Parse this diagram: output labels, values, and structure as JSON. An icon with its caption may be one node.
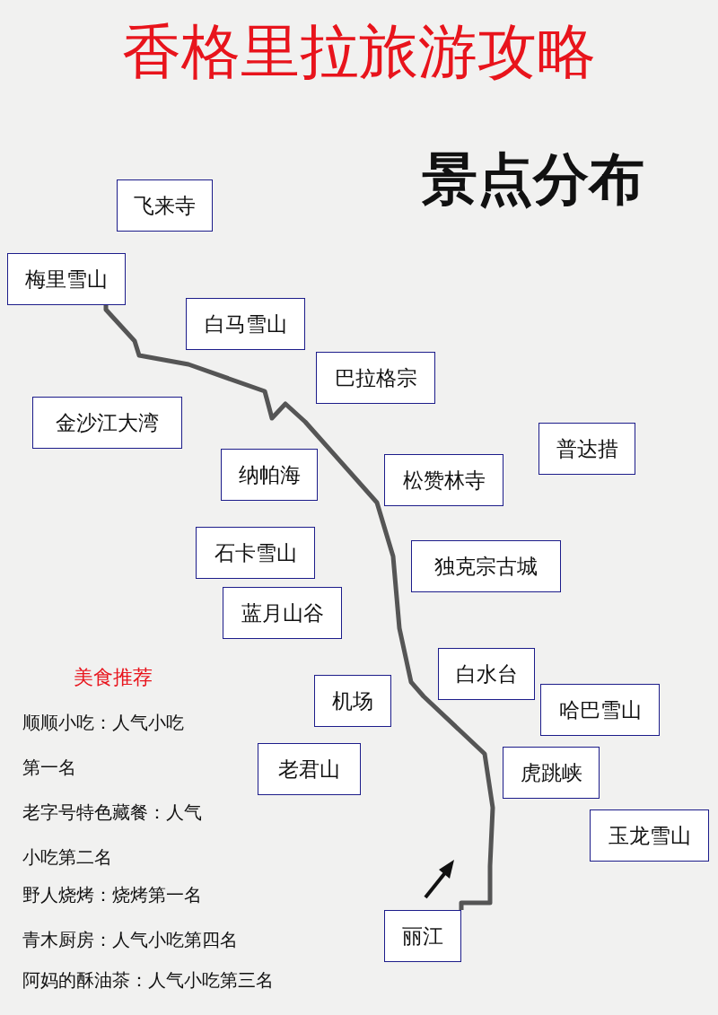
{
  "diagram": {
    "title": "香格里拉旅游攻略",
    "nodes": [
      {
        "text": [
          "飞来寺"
        ]
      },
      {
        "text": [
          "梅里雪山"
        ]
      },
      {
        "text": [
          "白马雪山"
        ]
      },
      {
        "text": [
          "巴拉格宗"
        ]
      },
      {
        "text": [
          "金沙江大湾"
        ]
      },
      {
        "text": [
          "普达措"
        ]
      },
      {
        "text": [
          "纳帕海"
        ]
      },
      {
        "text": [
          "松赞林寺"
        ]
      },
      {
        "text": [
          "石卡雪山"
        ]
      },
      {
        "text": [
          "独克宗古城"
        ]
      },
      {
        "text": [
          "蓝月山谷"
        ]
      },
      {
        "text": [
          "白水台"
        ]
      },
      {
        "text": [
          "机场"
        ]
      },
      {
        "text": [
          "哈巴雪山"
        ]
      },
      {
        "text": [
          "老君山"
        ]
      },
      {
        "text": [
          "虎跳峡"
        ]
      },
      {
        "text": [
          "玉龙雪山"
        ]
      },
      {
        "text": [
          "丽江"
        ]
      }
    ],
    "edges": [
      {
        "from": 1,
        "to": 17,
        "arrow": "none"
      }
    ],
    "labels": [
      "景点分布",
      "美食推荐",
      "顺顺小吃：人气小吃第一名",
      "老字号特色藏餐：人气小吃第二名",
      "野人烧烤：烧烤第一名",
      "青木厨房：人气小吃第四名",
      "阿妈的酥油茶：人气小吃第三名"
    ]
  }
}
